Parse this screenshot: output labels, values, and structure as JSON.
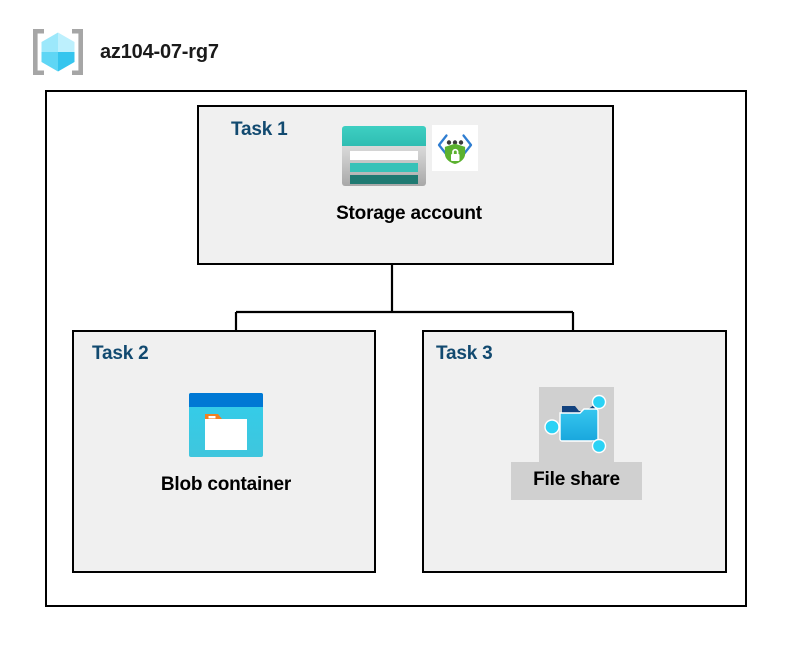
{
  "header": {
    "icon": "resource-group-cube-icon",
    "title": "az104-07-rg7"
  },
  "diagram": {
    "type": "azure-architecture-diagram",
    "container_label": "az104-07-rg7",
    "colors": {
      "task_label": "#124a70",
      "box_fill": "#f0f0f0",
      "box_border": "#000000",
      "plate_gray": "#d0d0d0",
      "storage_teal": "#37c2b8",
      "storage_teal_dark": "#1f7a72",
      "blob_blue": "#0078d4",
      "blob_cyan": "#32cdeb",
      "folder_orange": "#f2801f",
      "share_cyan": "#2ad2f5",
      "shield_green": "#5bb12f"
    },
    "tasks": [
      {
        "id": "task1",
        "label": "Task 1",
        "node_caption": "Storage account",
        "icons": [
          "storage-account-icon",
          "secure-data-shield-icon"
        ]
      },
      {
        "id": "task2",
        "label": "Task 2",
        "node_caption": "Blob container",
        "icons": [
          "blob-container-icon"
        ]
      },
      {
        "id": "task3",
        "label": "Task 3",
        "node_caption": "File share",
        "icons": [
          "file-share-icon"
        ]
      }
    ],
    "connections": [
      {
        "from": "Storage account",
        "to": "Blob container"
      },
      {
        "from": "Storage account",
        "to": "File share"
      }
    ]
  }
}
